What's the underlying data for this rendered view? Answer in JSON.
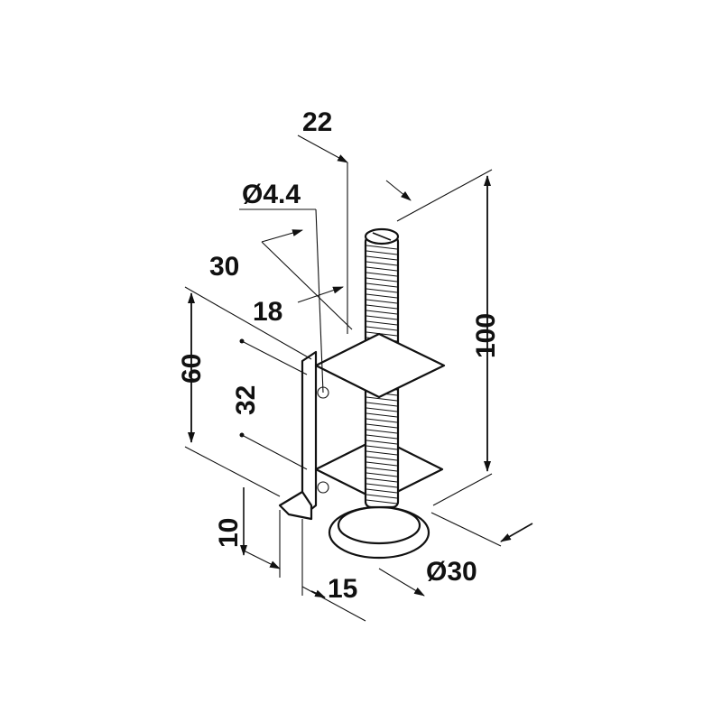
{
  "dimensions": {
    "d22": "22",
    "hole_dia": "Ø4.4",
    "d30": "30",
    "d18": "18",
    "d60": "60",
    "d32": "32",
    "d100": "100",
    "d10": "10",
    "d15": "15",
    "foot_dia": "Ø30"
  },
  "colors": {
    "line": "#111111",
    "background": "#ffffff"
  }
}
